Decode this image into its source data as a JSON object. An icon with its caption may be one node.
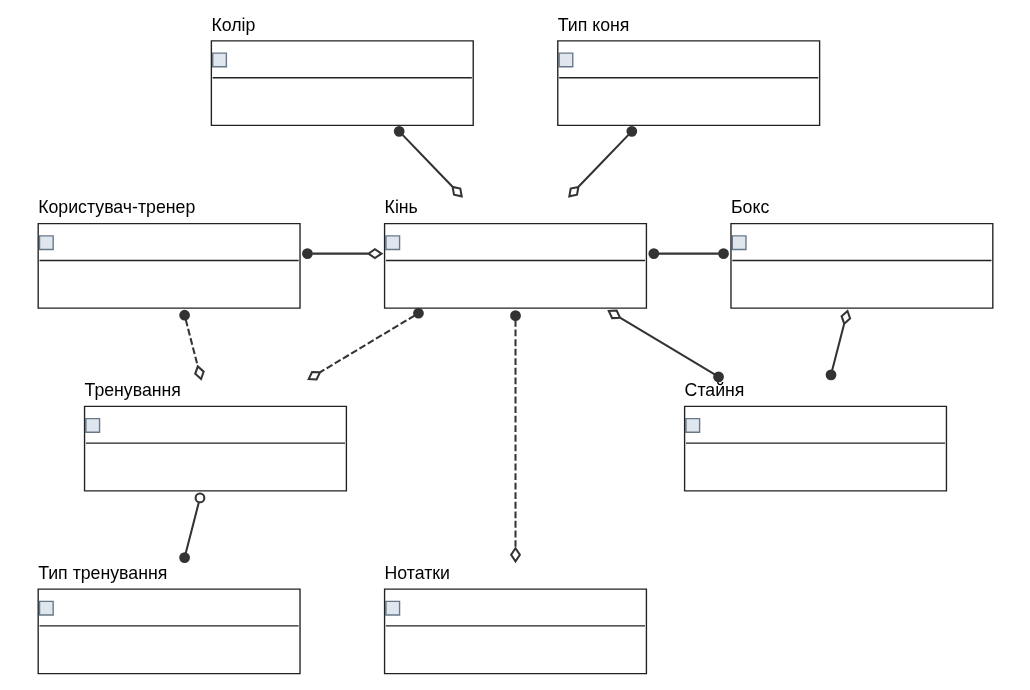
{
  "diagram": {
    "nodes": [
      {
        "text": [
          "Колір"
        ]
      },
      {
        "text": [
          "Тип коня"
        ]
      },
      {
        "text": [
          "Користувач-тренер"
        ]
      },
      {
        "text": [
          "Кінь"
        ]
      },
      {
        "text": [
          "Бокс"
        ]
      },
      {
        "text": [
          "Стайня"
        ]
      },
      {
        "text": [
          "Тренування"
        ]
      },
      {
        "text": [
          "Тип тренування"
        ]
      },
      {
        "text": [
          "Нотатки"
        ]
      }
    ],
    "edges": [
      {
        "from": 0,
        "to": 3,
        "arrow": "other"
      },
      {
        "from": 1,
        "to": 3,
        "arrow": "other"
      },
      {
        "from": 2,
        "to": 3,
        "arrow": "other"
      },
      {
        "from": 3,
        "to": 4,
        "arrow": "other"
      },
      {
        "from": 5,
        "to": 4,
        "arrow": "other"
      },
      {
        "from": 5,
        "to": 3,
        "arrow": "other"
      },
      {
        "from": 2,
        "to": 6,
        "arrow": "other",
        "style": "dashed"
      },
      {
        "from": 3,
        "to": 6,
        "arrow": "other",
        "style": "dashed"
      },
      {
        "from": 3,
        "to": 8,
        "arrow": "other",
        "style": "dashed"
      },
      {
        "from": 7,
        "to": 6,
        "arrow": "other"
      }
    ]
  }
}
